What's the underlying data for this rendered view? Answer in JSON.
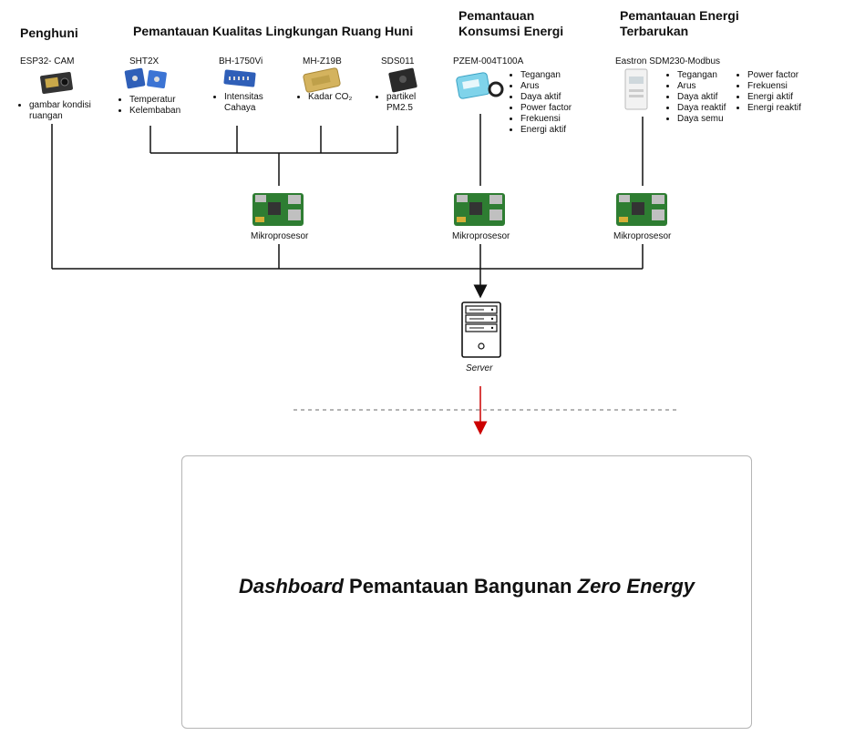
{
  "headings": {
    "penghuni": "Penghuni",
    "kualitas": "Pemantauan Kualitas Lingkungan Ruang Huni",
    "konsumsi": "Pemantauan Konsumsi Energi",
    "terbarukan": "Pemantauan Energi Terbarukan"
  },
  "sensors": {
    "esp32": {
      "name": "ESP32- CAM",
      "bullets": [
        "gambar kondisi ruangan"
      ]
    },
    "sht2x": {
      "name": "SHT2X",
      "bullets": [
        "Temperatur",
        "Kelembaban"
      ]
    },
    "bh1750": {
      "name": "BH-1750Vi",
      "bullets": [
        "Intensitas Cahaya"
      ]
    },
    "mhz19b": {
      "name": "MH-Z19B",
      "bullets": [
        "Kadar CO₂"
      ]
    },
    "sds011": {
      "name": "SDS011",
      "bullets": [
        "partikel PM2.5"
      ]
    },
    "pzem": {
      "name": "PZEM-004T100A",
      "bullets": [
        "Tegangan",
        "Arus",
        "Daya aktif",
        "Power factor",
        "Frekuensi",
        "Energi aktif"
      ]
    },
    "eastron": {
      "name": "Eastron SDM230-Modbus",
      "bullets_a": [
        "Tegangan",
        "Arus",
        "Daya aktif",
        "Daya reaktif",
        "Daya semu"
      ],
      "bullets_b": [
        "Power factor",
        "Frekuensi",
        "Energi aktif",
        "Energi reaktif"
      ]
    }
  },
  "processors": [
    "Mikroprosesor",
    "Mikroprosesor",
    "Mikroprosesor"
  ],
  "server": "Server",
  "dashboard": {
    "part1": "Dashboard",
    "part2": " Pemantauan Bangunan ",
    "part3": "Zero Energy"
  },
  "colors": {
    "line": "#111111",
    "arrow_red": "#cc0000",
    "dash": "#888888",
    "box_border": "#b5b5b5",
    "board_green": "#2e7d32"
  }
}
